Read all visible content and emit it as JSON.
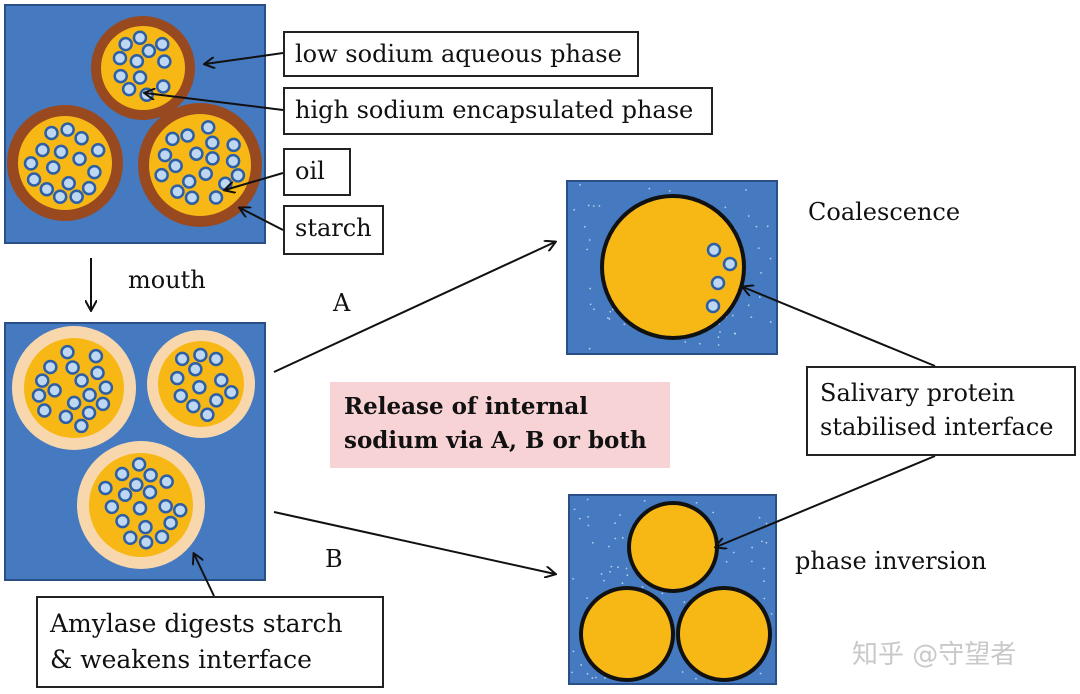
{
  "colors": {
    "aqueous": "#4579c0",
    "oil": "#f7b816",
    "starch": "#99491f",
    "weakened_interface": "#f8d7ad",
    "encapsulated": "#bfd8f2",
    "encapsulated_edge": "#2d5fa6",
    "release_box": "#f8d3d6",
    "outline": "#111111"
  },
  "labels": {
    "low_sodium": "low sodium aqueous phase",
    "high_sodium": "high sodium encapsulated phase",
    "oil": "oil",
    "starch": "starch",
    "mouth": "mouth",
    "path_a": "A",
    "path_b": "B",
    "coalescence": "Coalescence",
    "phase_inversion": "phase inversion",
    "release_line1": "Release of internal",
    "release_line2": "sodium via A, B or both",
    "salivary_line1": "Salivary protein",
    "salivary_line2": "stabilised interface",
    "amylase_line1": "Amylase digests starch",
    "amylase_line2": "& weakens interface"
  },
  "watermark": "知乎 @守望者"
}
